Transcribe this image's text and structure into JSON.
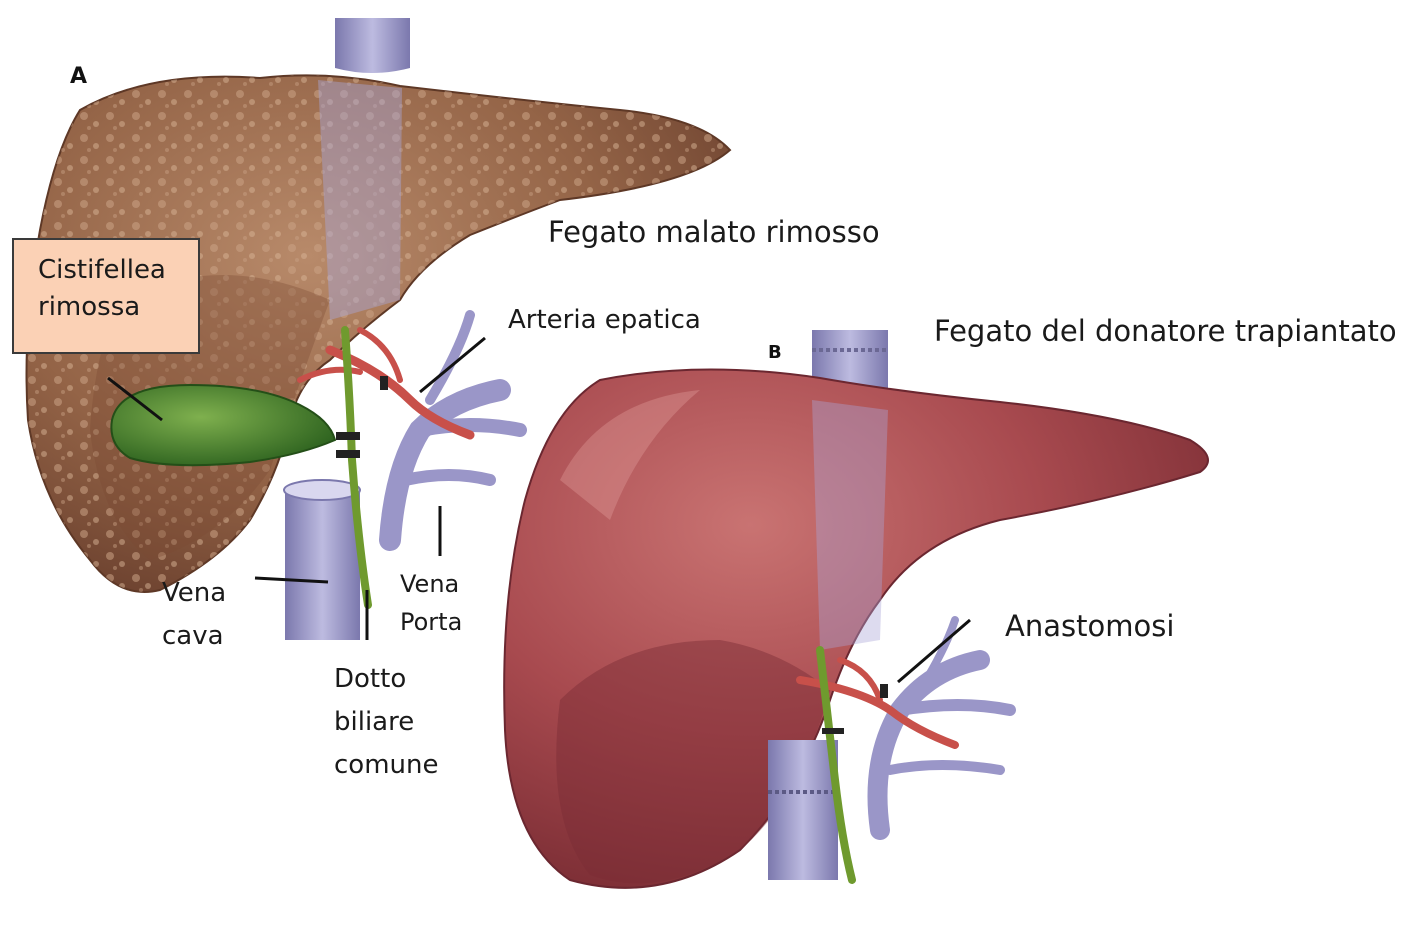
{
  "panel_a": {
    "letter": "A",
    "title": "Fegato malato rimosso",
    "callout": {
      "line1": "Cistifellea",
      "line2": "rimossa"
    },
    "labels": {
      "arteria_epatica": "Arteria epatica",
      "vena_cava_1": "Vena",
      "vena_cava_2": "cava",
      "vena_porta_1": "Vena",
      "vena_porta_2": "Porta",
      "dotto_1": "Dotto",
      "dotto_2": "biliare",
      "dotto_3": "comune"
    }
  },
  "panel_b": {
    "letter": "B",
    "title": "Fegato del donatore trapiantato",
    "labels": {
      "anastomosi": "Anastomosi"
    }
  },
  "colors": {
    "diseased_liver": "#9a6a4c",
    "healthy_liver": "#a8484d",
    "gallbladder": "#3f7d2a",
    "vessel_vein": "#9a96c8",
    "artery": "#c8504a",
    "bile_duct": "#6f9a2e",
    "callout_fill": "#fbd1b5"
  }
}
